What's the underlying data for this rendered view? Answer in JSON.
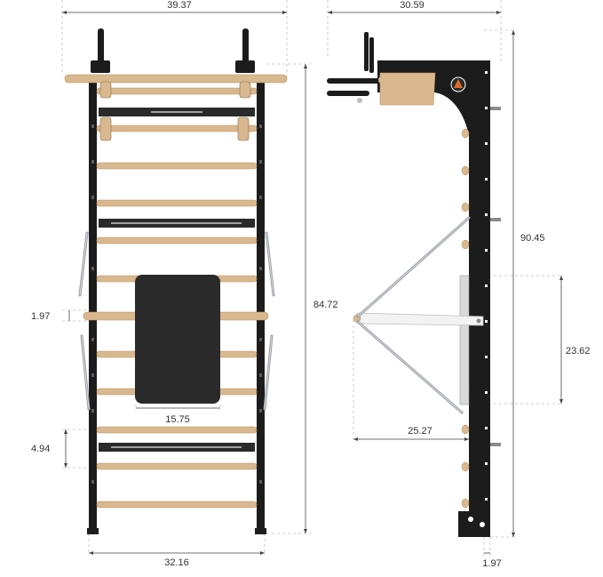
{
  "colors": {
    "frame": "#1c1c1c",
    "wood": "#d9b890",
    "wood_edge": "#b8915f",
    "plate": "#2a2a2a",
    "seat": "#2b2b2b",
    "spring": "#b9bdc2",
    "white_bar": "#f2f2f2",
    "dim_line": "#444444",
    "guide": "#bdbdbd"
  },
  "dimensions": {
    "front_top_width": "39.37",
    "front_bottom_width": "32.16",
    "front_height": "84.72",
    "bar_thickness": "1.97",
    "pad_width": "15.75",
    "rung_spacing": "4.94",
    "side_top_depth": "30.59",
    "side_total_height": "90.45",
    "side_bar_height": "23.62",
    "side_bar_reach": "25.27",
    "side_base_depth": "1.97"
  },
  "icons": {
    "brand_logo": "brand-logo-icon"
  }
}
